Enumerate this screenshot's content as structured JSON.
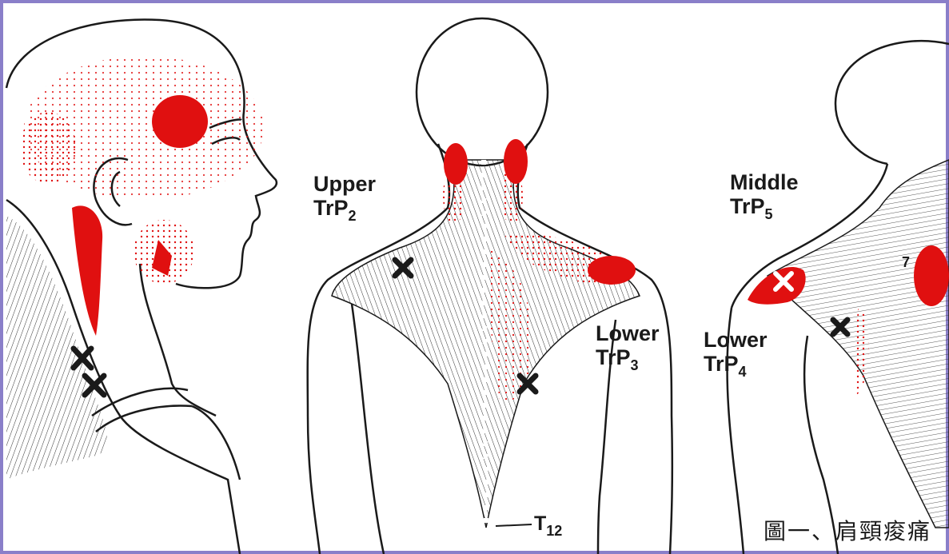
{
  "labels": {
    "upper": {
      "line1": "Upper",
      "trp": "TrP",
      "sub": "2"
    },
    "middle": {
      "line1": "Middle",
      "trp": "TrP",
      "sub": "5"
    },
    "lower3": {
      "line1": "Lower",
      "trp": "TrP",
      "sub": "3"
    },
    "lower4": {
      "line1": "Lower",
      "trp": "TrP",
      "sub": "4"
    },
    "t12": {
      "text": "T",
      "sub": "12"
    },
    "seven": "7"
  },
  "caption": "圖一、肩頸痠痛",
  "colors": {
    "frame": "#8a7fc9",
    "pain": "#e01010",
    "ink": "#1a1a1a"
  }
}
